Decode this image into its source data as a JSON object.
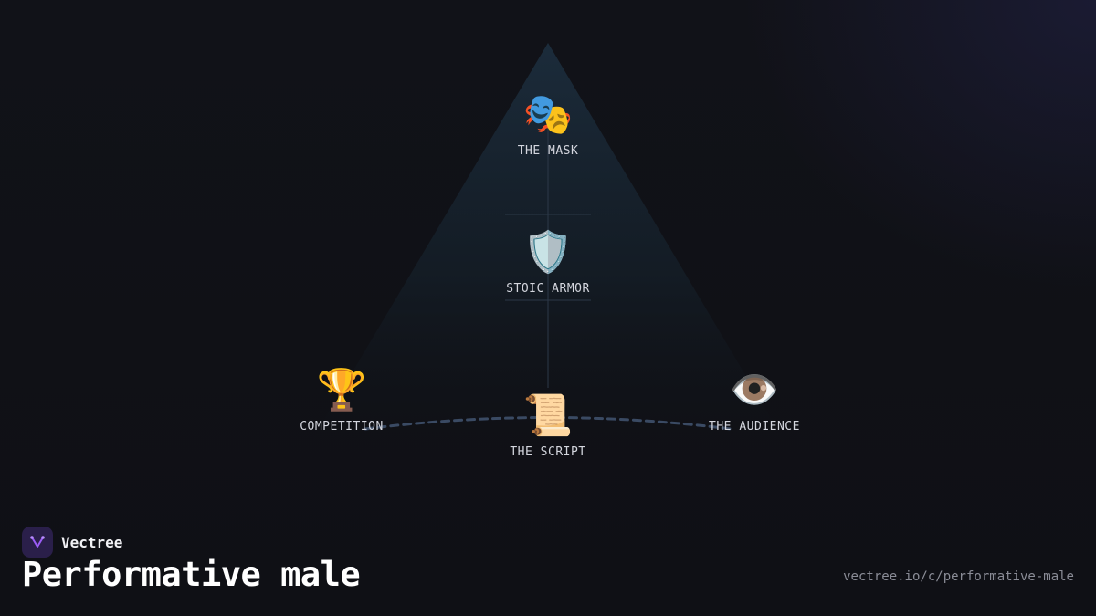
{
  "diagram": {
    "nodes": [
      {
        "id": "mask",
        "icon": "theater-masks-icon",
        "glyph": "🎭",
        "label": "THE MASK"
      },
      {
        "id": "armor",
        "icon": "shield-icon",
        "glyph": "🛡️",
        "label": "STOIC ARMOR"
      },
      {
        "id": "competition",
        "icon": "trophy-icon",
        "glyph": "🏆",
        "label": "COMPETITION"
      },
      {
        "id": "script",
        "icon": "scroll-icon",
        "glyph": "📜",
        "label": "THE SCRIPT"
      },
      {
        "id": "audience",
        "icon": "eye-icon",
        "glyph": "👁️",
        "label": "THE AUDIENCE"
      }
    ],
    "colors": {
      "cone_top": "#1c2b3a",
      "dashed_arc": "#3a4a63",
      "label": "#d4d6de"
    }
  },
  "brand": {
    "name": "Vectree",
    "logo_color": "#2a1f4a",
    "accent": "#9b5cf6"
  },
  "page": {
    "title": "Performative male",
    "url": "vectree.io/c/performative-male"
  }
}
